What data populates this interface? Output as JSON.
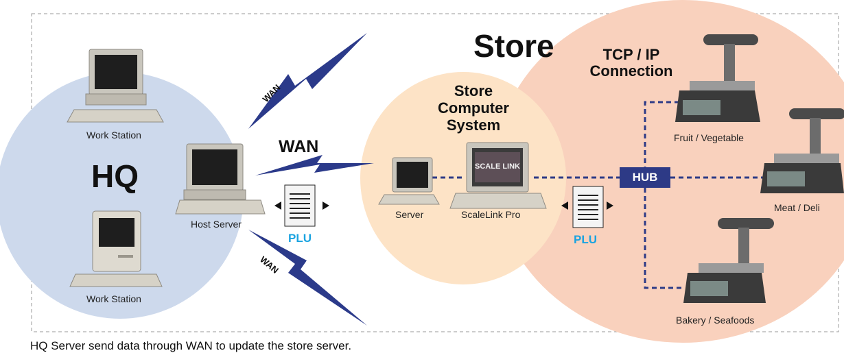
{
  "labels": {
    "store_title": "Store",
    "tcp_ip_line1": "TCP / IP",
    "tcp_ip_line2": "Connection",
    "store_computer_line1": "Store",
    "store_computer_line2": "Computer",
    "store_computer_line3": "System",
    "hq": "HQ",
    "wan_upper": "WAN",
    "wan_middle": "WAN",
    "wan_lower": "WAN",
    "hub": "HUB",
    "plu_left": "PLU",
    "plu_right": "PLU",
    "work_station_top": "Work Station",
    "work_station_bottom": "Work Station",
    "host_server": "Host Server",
    "server": "Server",
    "scalelink_pro": "ScaleLink Pro",
    "scalelink_screen_text": "SCALE LINK",
    "fruit_vegetable": "Fruit / Vegetable",
    "meat_deli": "Meat / Deli",
    "bakery_seafoods": "Bakery / Seafoods",
    "caption": "HQ Server send data through WAN to update the store server."
  },
  "colors": {
    "hq_circle": "#cdd9ec",
    "store_computer_circle": "#fde3c6",
    "store_circle": "#f9d1bd",
    "wan_bolt": "#2b3a8a",
    "dashed_link": "#2d3a86",
    "plu_text": "#1aa3e0",
    "hub_box": "#2d3a86"
  }
}
